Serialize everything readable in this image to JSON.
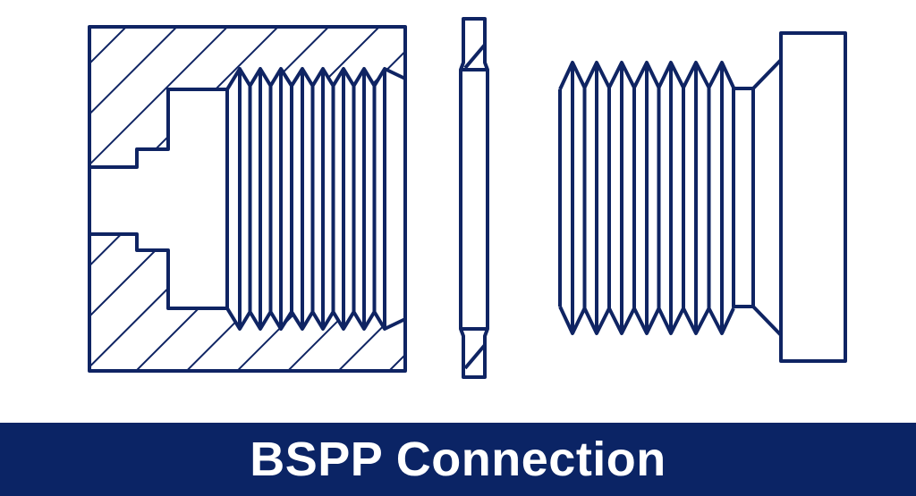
{
  "banner": {
    "title": "BSPP Connection"
  },
  "colors": {
    "line": "#0f2463",
    "banner": "#0b2465",
    "text": "#ffffff",
    "background": "#ffffff"
  },
  "parts": [
    "female-port-section",
    "bonded-seal-washer",
    "male-threaded-plug"
  ]
}
